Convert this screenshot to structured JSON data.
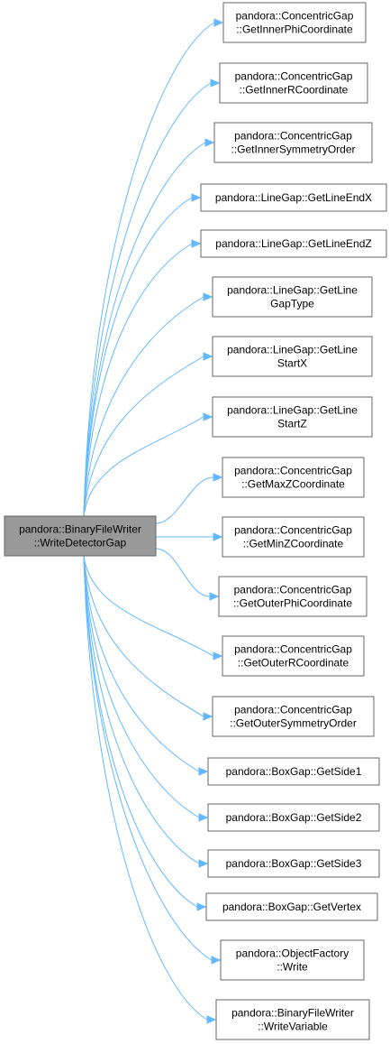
{
  "source": {
    "lines": [
      "pandora::BinaryFileWriter",
      "::WriteDetectorGap"
    ]
  },
  "targets": [
    {
      "lines": [
        "pandora::ConcentricGap",
        "::GetInnerPhiCoordinate"
      ]
    },
    {
      "lines": [
        "pandora::ConcentricGap",
        "::GetInnerRCoordinate"
      ]
    },
    {
      "lines": [
        "pandora::ConcentricGap",
        "::GetInnerSymmetryOrder"
      ]
    },
    {
      "lines": [
        "pandora::LineGap::GetLineEndX"
      ]
    },
    {
      "lines": [
        "pandora::LineGap::GetLineEndZ"
      ]
    },
    {
      "lines": [
        "pandora::LineGap::GetLine",
        "GapType"
      ]
    },
    {
      "lines": [
        "pandora::LineGap::GetLine",
        "StartX"
      ]
    },
    {
      "lines": [
        "pandora::LineGap::GetLine",
        "StartZ"
      ]
    },
    {
      "lines": [
        "pandora::ConcentricGap",
        "::GetMaxZCoordinate"
      ]
    },
    {
      "lines": [
        "pandora::ConcentricGap",
        "::GetMinZCoordinate"
      ]
    },
    {
      "lines": [
        "pandora::ConcentricGap",
        "::GetOuterPhiCoordinate"
      ]
    },
    {
      "lines": [
        "pandora::ConcentricGap",
        "::GetOuterRCoordinate"
      ]
    },
    {
      "lines": [
        "pandora::ConcentricGap",
        "::GetOuterSymmetryOrder"
      ]
    },
    {
      "lines": [
        "pandora::BoxGap::GetSide1"
      ]
    },
    {
      "lines": [
        "pandora::BoxGap::GetSide2"
      ]
    },
    {
      "lines": [
        "pandora::BoxGap::GetSide3"
      ]
    },
    {
      "lines": [
        "pandora::BoxGap::GetVertex"
      ]
    },
    {
      "lines": [
        "pandora::ObjectFactory",
        "::Write"
      ]
    },
    {
      "lines": [
        "pandora::BinaryFileWriter",
        "::WriteVariable"
      ]
    }
  ],
  "colors": {
    "edge": "#63b8ff",
    "source_fill": "#999999",
    "node_border": "#666666"
  }
}
